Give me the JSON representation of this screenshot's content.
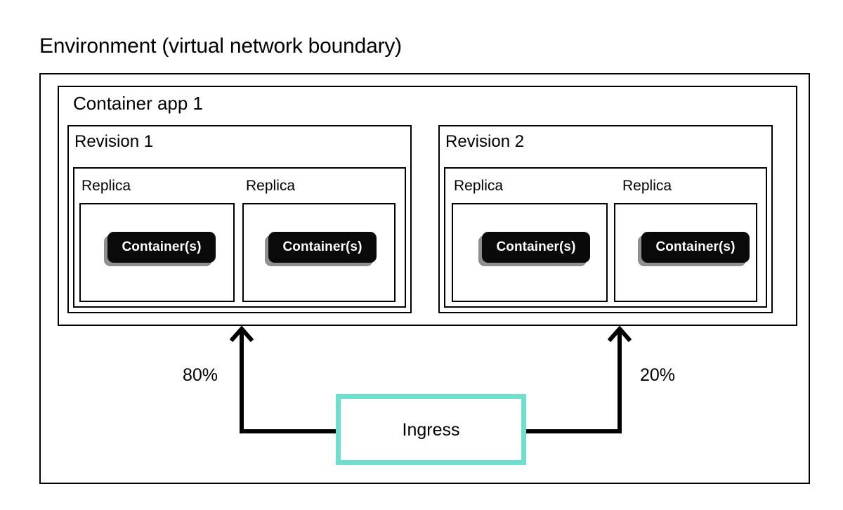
{
  "diagram": {
    "title": "Environment (virtual network boundary)",
    "app": {
      "label": "Container app 1"
    },
    "revisions": [
      {
        "label": "Revision 1",
        "traffic_percent": "80%",
        "replicas": [
          {
            "label": "Replica",
            "container_label": "Container(s)"
          },
          {
            "label": "Replica",
            "container_label": "Container(s)"
          }
        ]
      },
      {
        "label": "Revision 2",
        "traffic_percent": "20%",
        "replicas": [
          {
            "label": "Replica",
            "container_label": "Container(s)"
          },
          {
            "label": "Replica",
            "container_label": "Container(s)"
          }
        ]
      }
    ],
    "ingress": {
      "label": "Ingress",
      "border_color": "#6edecd"
    },
    "colors": {
      "background": "#ffffff",
      "stroke": "#000000",
      "container_fill": "#0a0a0a",
      "container_text": "#ffffff",
      "container_shadow": "#808080",
      "ingress_accent": "#6edecd"
    }
  }
}
